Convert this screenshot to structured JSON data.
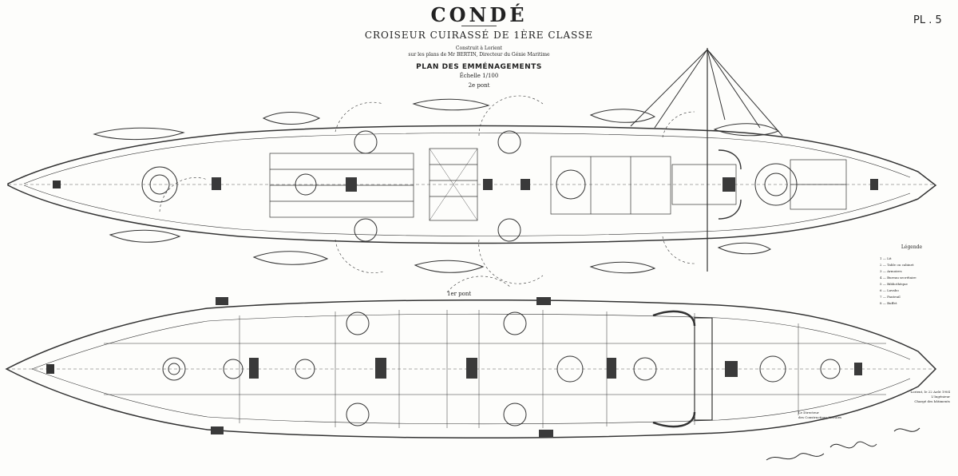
{
  "header": {
    "title": "CONDÉ",
    "subtitle": "CROISEUR CUIRASSÉ DE 1ÈRE CLASSE",
    "line1": "Construit à Lorient",
    "line2": "sur les plans de Mr BERTIN, Directeur du Génie Maritime",
    "plan_title": "PLAN DES EMMÉNAGEMENTS",
    "scale": "Échelle 1/100",
    "deck_top": "2e pont",
    "plate": "PL . 5"
  },
  "deck_bottom_label": "1er pont",
  "legend": {
    "title": "Légende",
    "items": [
      "Lit",
      "Table ou cabinet",
      "Armoires",
      "Bureau secrétaire",
      "Bibliothèque",
      "Lavabo",
      "Fauteuil",
      "Buffet"
    ]
  },
  "signatures": {
    "place_date": "Lorient, le 22 Août 1904",
    "engineer": "L'Ingénieur",
    "engineer_role": "Chargé des bâtiments",
    "director": "Le Directeur",
    "director_role": "des Constructions Navales"
  },
  "colors": {
    "paper": "#fdfdfb",
    "ink": "#222222",
    "hatch": "#555555"
  }
}
